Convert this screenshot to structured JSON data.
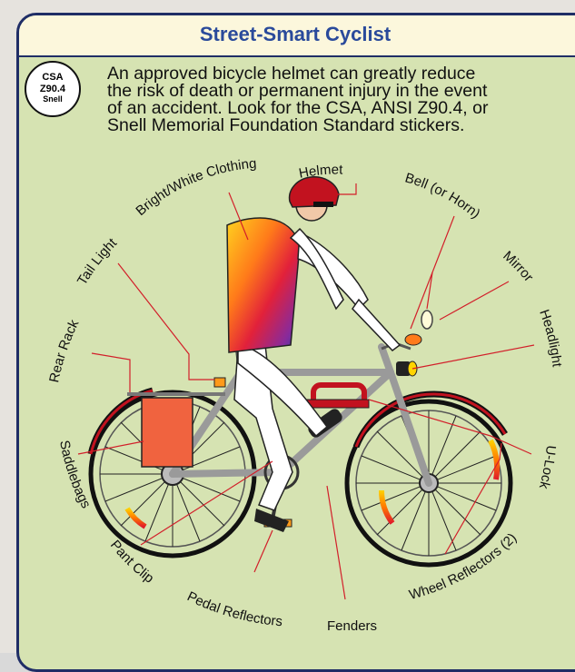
{
  "title": "Street-Smart Cyclist",
  "badge": {
    "line1": "CSA",
    "line2": "Z90.4",
    "line3": "Snell"
  },
  "intro_lines": [
    "An approved bicycle helmet can greatly reduce",
    "the risk of death or permanent injury in the event",
    "of an accident. Look for the CSA, ANSI Z90.4, or",
    "Snell Memorial Foundation Standard stickers."
  ],
  "labels": {
    "helmet": "Helmet",
    "clothing": "Bright/White Clothing",
    "bell": "Bell (or Horn)",
    "tail_light": "Tail Light",
    "mirror": "Mirror",
    "rear_rack": "Rear Rack",
    "headlight": "Headlight",
    "saddlebags": "Saddlebags",
    "u_lock": "U-Lock",
    "pant_clip": "Pant Clip",
    "wheel_reflectors": "Wheel Reflectors (2)",
    "pedal_reflectors": "Pedal Reflectors",
    "fenders": "Fenders"
  },
  "colors": {
    "panel_border": "#1f2d66",
    "title_color": "#2a4a9b",
    "panel_bg": "#d6e3b2",
    "leader_line": "#d21f2a"
  }
}
